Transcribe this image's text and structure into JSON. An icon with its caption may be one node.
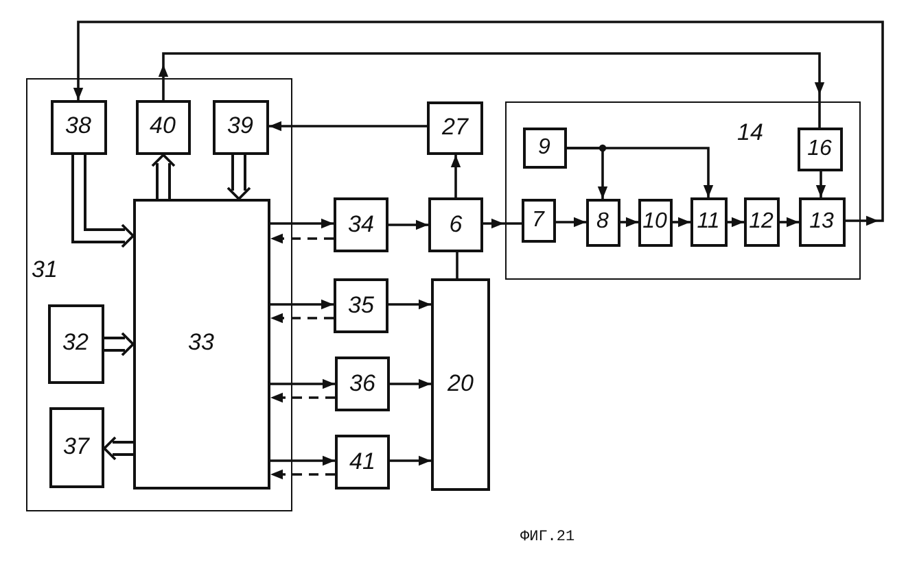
{
  "diagram": {
    "caption": "ФИГ.21",
    "nodes": [
      {
        "text": [
          "31"
        ]
      },
      {
        "text": [
          "38"
        ],
        "in": 0
      },
      {
        "text": [
          "40"
        ],
        "in": 0
      },
      {
        "text": [
          "39"
        ],
        "in": 0
      },
      {
        "text": [
          "33"
        ],
        "in": 0
      },
      {
        "text": [
          "32"
        ],
        "in": 0
      },
      {
        "text": [
          "37"
        ],
        "in": 0
      },
      {
        "text": [
          "27"
        ]
      },
      {
        "text": [
          "34"
        ]
      },
      {
        "text": [
          "6"
        ]
      },
      {
        "text": [
          "35"
        ]
      },
      {
        "text": [
          "36"
        ]
      },
      {
        "text": [
          "41"
        ]
      },
      {
        "text": [
          "20"
        ]
      },
      {
        "text": [
          "14"
        ]
      },
      {
        "text": [
          "9"
        ],
        "in": 14
      },
      {
        "text": [
          "16"
        ],
        "in": 14
      },
      {
        "text": [
          "7"
        ],
        "in": 14
      },
      {
        "text": [
          "8"
        ],
        "in": 14
      },
      {
        "text": [
          "10"
        ],
        "in": 14
      },
      {
        "text": [
          "11"
        ],
        "in": 14
      },
      {
        "text": [
          "12"
        ],
        "in": 14
      },
      {
        "text": [
          "13"
        ],
        "in": 14
      }
    ],
    "edges": [
      {
        "from": 22,
        "to": 1,
        "arrow": "to"
      },
      {
        "from": 2,
        "to": 16,
        "arrow": "to"
      },
      {
        "from": 7,
        "to": 3,
        "arrow": "to"
      },
      {
        "from": 9,
        "to": 7,
        "arrow": "to"
      },
      {
        "from": 4,
        "to": 2,
        "arrow": "to",
        "style": "thick"
      },
      {
        "from": 3,
        "to": 4,
        "arrow": "to",
        "style": "thick"
      },
      {
        "from": 1,
        "to": 4,
        "arrow": "to",
        "style": "thick"
      },
      {
        "from": 5,
        "to": 4,
        "arrow": "to",
        "style": "thick"
      },
      {
        "from": 4,
        "to": 6,
        "arrow": "to",
        "style": "thick"
      },
      {
        "from": 4,
        "to": 8,
        "arrow": "to"
      },
      {
        "from": 8,
        "to": 4,
        "arrow": "to",
        "style": "dashed"
      },
      {
        "from": 8,
        "to": 9,
        "arrow": "to"
      },
      {
        "from": 4,
        "to": 10,
        "arrow": "to"
      },
      {
        "from": 10,
        "to": 4,
        "arrow": "to",
        "style": "dashed"
      },
      {
        "from": 10,
        "to": 13,
        "arrow": "to"
      },
      {
        "from": 4,
        "to": 11,
        "arrow": "to"
      },
      {
        "from": 11,
        "to": 4,
        "arrow": "to",
        "style": "dashed"
      },
      {
        "from": 11,
        "to": 13,
        "arrow": "to"
      },
      {
        "from": 4,
        "to": 12,
        "arrow": "to"
      },
      {
        "from": 12,
        "to": 4,
        "arrow": "to",
        "style": "dashed"
      },
      {
        "from": 12,
        "to": 13,
        "arrow": "to"
      },
      {
        "from": 13,
        "to": 9,
        "arrow": "none"
      },
      {
        "from": 9,
        "to": 17,
        "arrow": "to"
      },
      {
        "from": 15,
        "to": 18,
        "arrow": "to"
      },
      {
        "from": 15,
        "to": 20,
        "arrow": "to"
      },
      {
        "from": 17,
        "to": 18,
        "arrow": "to"
      },
      {
        "from": 18,
        "to": 19,
        "arrow": "to"
      },
      {
        "from": 19,
        "to": 20,
        "arrow": "to"
      },
      {
        "from": 20,
        "to": 21,
        "arrow": "to"
      },
      {
        "from": 21,
        "to": 22,
        "arrow": "to"
      },
      {
        "from": 16,
        "to": 22,
        "arrow": "to"
      }
    ]
  }
}
